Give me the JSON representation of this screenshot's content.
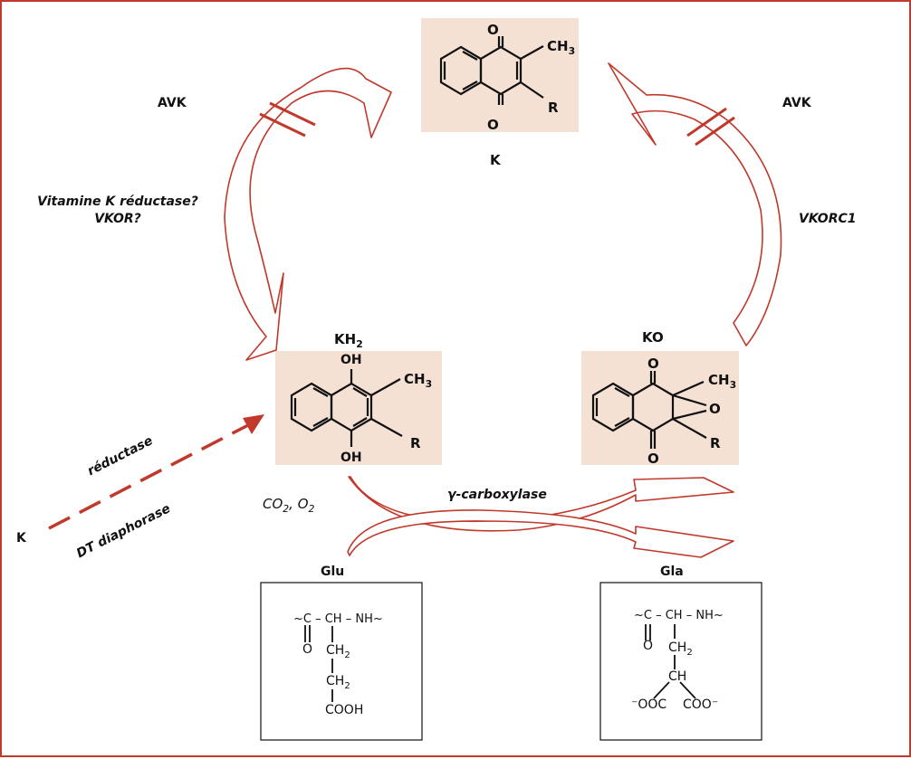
{
  "molecules": {
    "k": {
      "label": "K",
      "ch3": "CH3",
      "r": "R",
      "o": "O"
    },
    "kh2": {
      "label": "KH2",
      "ch3": "CH3",
      "r": "R",
      "oh": "OH"
    },
    "ko": {
      "label": "KO",
      "ch3": "CH3",
      "r": "R",
      "o": "O"
    }
  },
  "labels": {
    "avk": "AVK",
    "reductase_left_line1": "Vitamine K réductase?",
    "reductase_left_line2": "VKOR?",
    "vkorc1": "VKORC1",
    "reductase": "réductase",
    "dt_diaphorase": "DT diaphorase",
    "k_input": "K",
    "carboxylase": "γ-carboxylase",
    "co2_o2": "CO2, O2"
  },
  "residues": {
    "glu": {
      "title": "Glu",
      "backbone": "~C – CH – NH~",
      "carbonyl_o": "O",
      "ch2_a": "CH2",
      "ch2_b": "CH2",
      "cooh": "COOH"
    },
    "gla": {
      "title": "Gla",
      "backbone": "~C – CH – NH~",
      "carbonyl_o": "O",
      "ch2": "CH2",
      "ch": "CH",
      "coo_left": "⁻OOC",
      "coo_right": "COO⁻"
    }
  },
  "colors": {
    "accent_red": "#c0392b",
    "molecule_bg": "#f5e1d3"
  }
}
